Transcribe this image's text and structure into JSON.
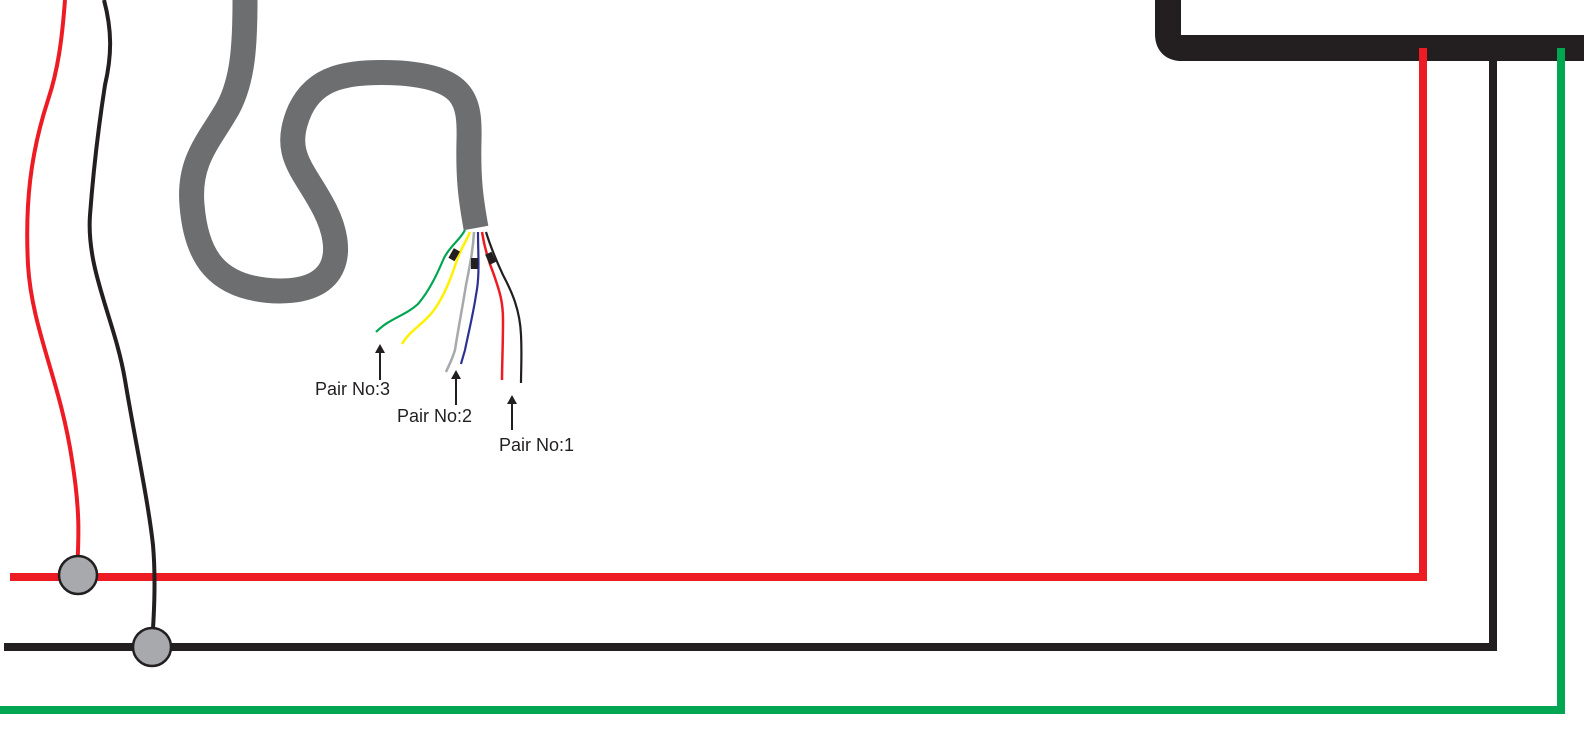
{
  "labels": {
    "pair_3": "Pair No:3",
    "pair_2": "Pair No:2",
    "pair_1": "Pair No:1"
  },
  "colors": {
    "background": "#ffffff",
    "red_wire": "#ed1c24",
    "black_wire": "#231f20",
    "green_wire": "#00a651",
    "cable_gray": "#6d6e70",
    "joint_gray": "#a7a9ac",
    "core_yellow": "#fff200",
    "core_green": "#00a651",
    "core_light_gray": "#a7a9ac",
    "core_blue": "#2e3192",
    "core_red": "#ed1c24",
    "core_black": "#231f20"
  }
}
